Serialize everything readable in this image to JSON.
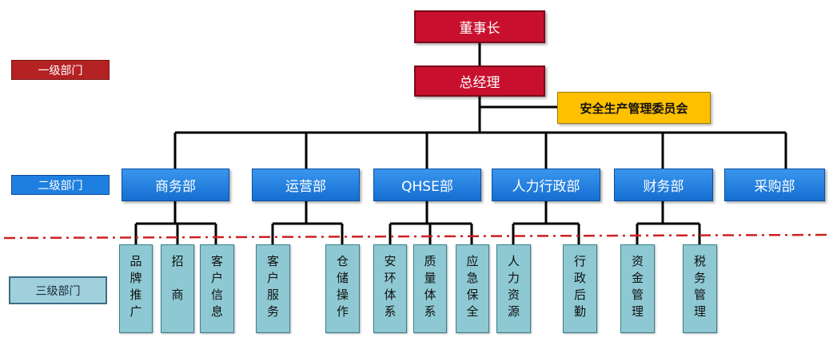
{
  "levels": {
    "first": "一级部门",
    "second": "二级部门",
    "third": "三级部门"
  },
  "top": {
    "chairman": "董事长",
    "gm": "总经理",
    "committee": "安全生产管理委员会"
  },
  "departments": [
    {
      "name": "商务部",
      "subs": [
        [
          "品",
          "牌",
          "推",
          "广"
        ],
        [
          "招",
          "",
          "商"
        ],
        [
          "客",
          "户",
          "信",
          "息"
        ]
      ]
    },
    {
      "name": "运营部",
      "subs": [
        [
          "客",
          "户",
          "服",
          "务"
        ],
        [
          "仓",
          "储",
          "操",
          "作"
        ]
      ]
    },
    {
      "name": "QHSE部",
      "subs": [
        [
          "安",
          "环",
          "体",
          "系"
        ],
        [
          "质",
          "量",
          "体",
          "系"
        ],
        [
          "应",
          "急",
          "保",
          "全"
        ]
      ]
    },
    {
      "name": "人力行政部",
      "subs": [
        [
          "人",
          "力",
          "资",
          "源"
        ],
        [
          "行",
          "政",
          "后",
          "勤"
        ]
      ]
    },
    {
      "name": "财务部",
      "subs": [
        [
          "资",
          "金",
          "管",
          "理"
        ],
        [
          "税",
          "务",
          "管",
          "理"
        ]
      ]
    },
    {
      "name": "采购部",
      "subs": []
    }
  ],
  "colors": {
    "red": "#c8102e",
    "blue": "#1f7fe0",
    "yellow": "#ffc000",
    "teal": "#8ec9d3",
    "divider": "#cc2222"
  }
}
